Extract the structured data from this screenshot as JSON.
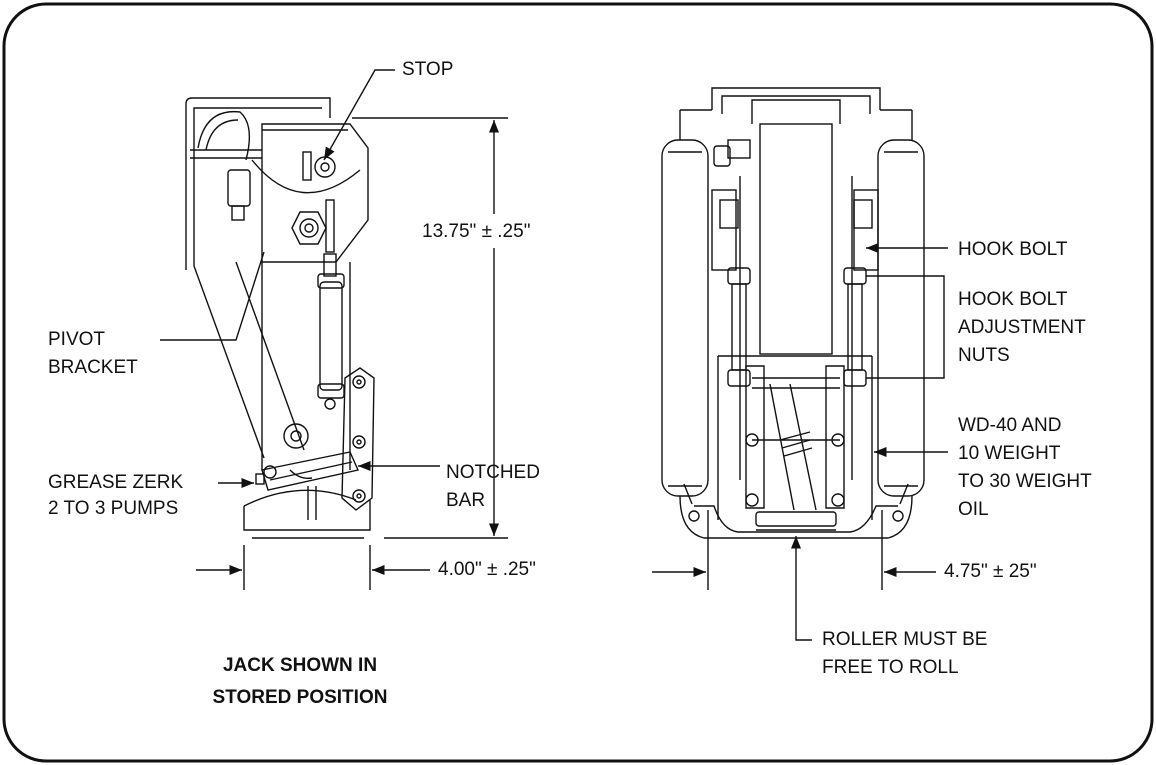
{
  "callouts": {
    "stop": "STOP",
    "pivot_bracket": [
      "PIVOT",
      "BRACKET"
    ],
    "grease_zerk": [
      "GREASE ZERK",
      "2 TO 3 PUMPS"
    ],
    "notched_bar": [
      "NOTCHED",
      "BAR"
    ],
    "hook_bolt": "HOOK BOLT",
    "adjustment_nuts": [
      "HOOK BOLT",
      "ADJUSTMENT",
      "NUTS"
    ],
    "lubricant": [
      "WD-40 AND",
      "10 WEIGHT",
      "TO 30 WEIGHT",
      "OIL"
    ],
    "roller": [
      "ROLLER MUST BE",
      "FREE TO ROLL"
    ]
  },
  "dimensions": {
    "height": "13.75\" ± .25\"",
    "side_width": "4.00\" ± .25\"",
    "front_width": "4.75\" ± 25\""
  },
  "caption": [
    "JACK SHOWN IN",
    "STORED POSITION"
  ]
}
